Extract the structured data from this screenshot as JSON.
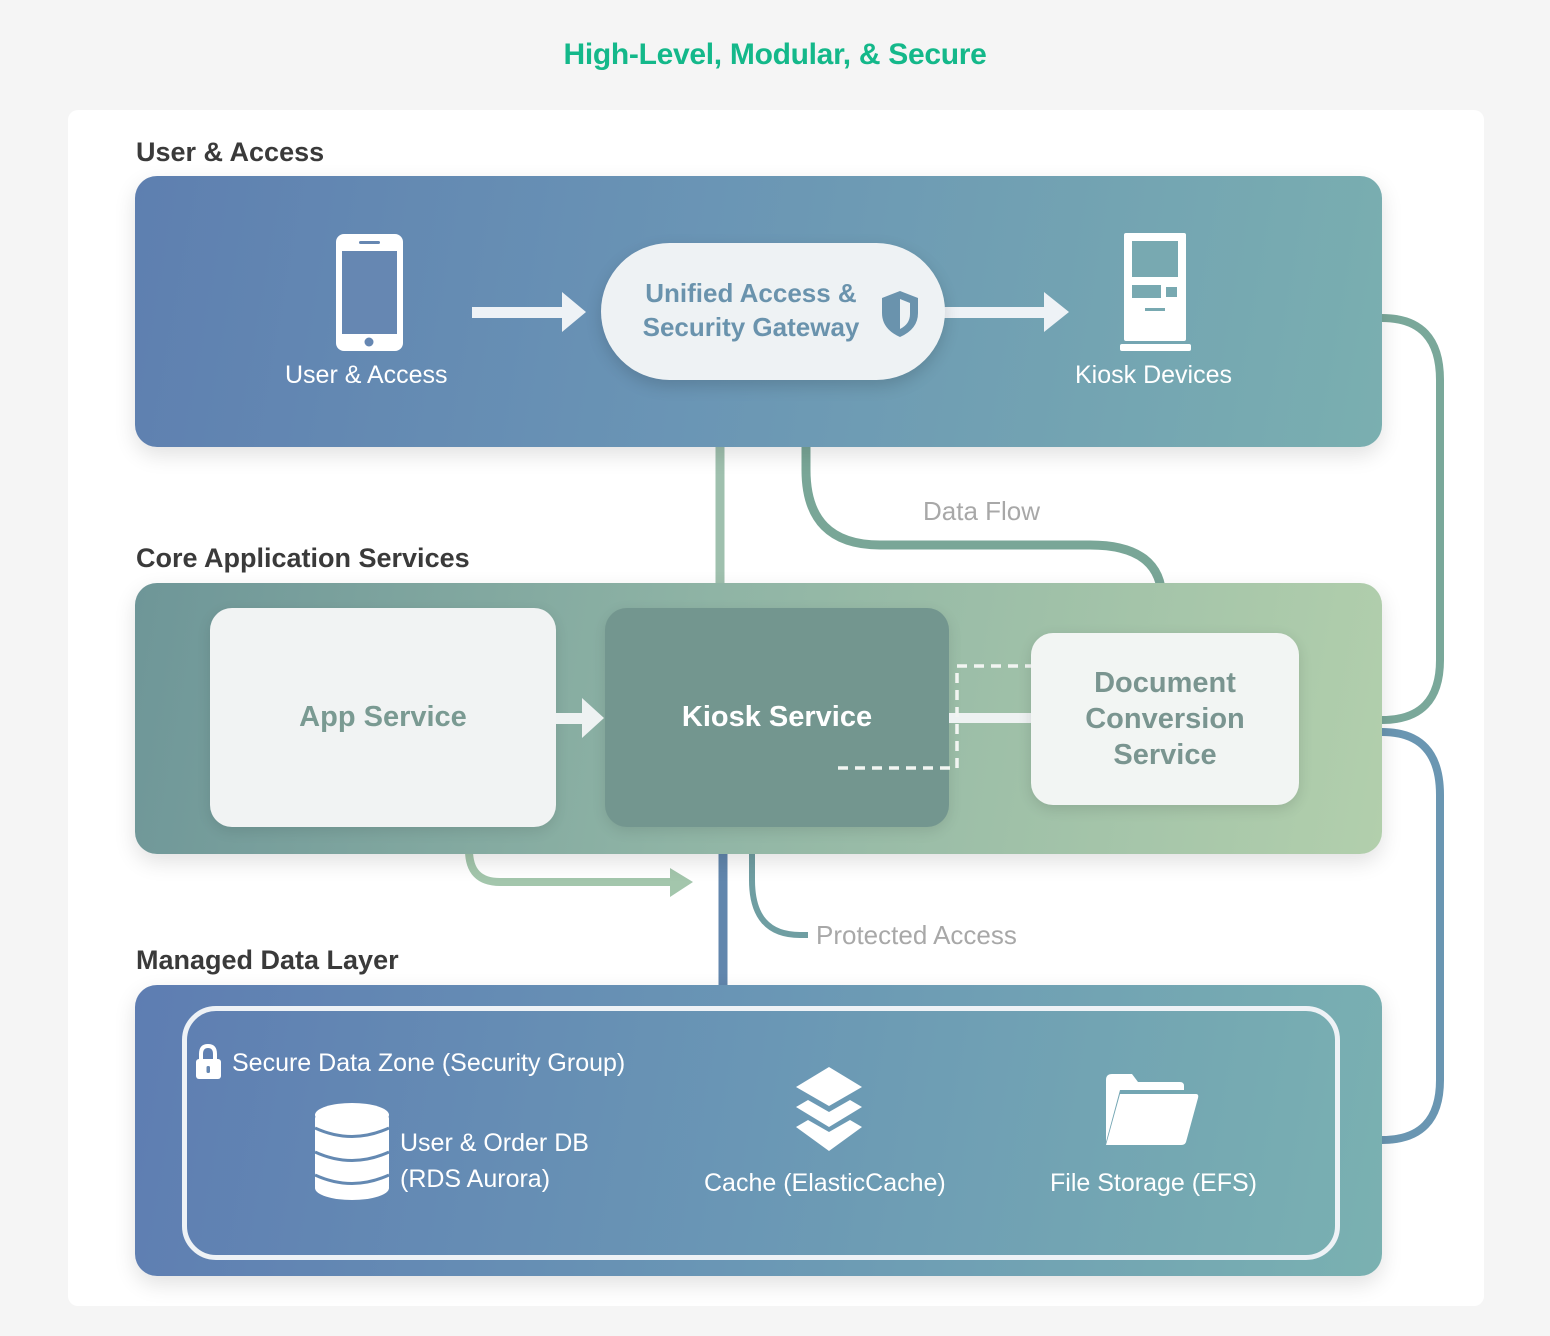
{
  "title": "High-Level, Modular, & Secure",
  "sections": {
    "user_access": {
      "label": "User & Access",
      "nodes": {
        "user": {
          "label": "User & Access",
          "icon": "smartphone-icon"
        },
        "gateway": {
          "label_line1": "Unified Access &",
          "label_line2": "Security Gateway",
          "icon": "shield-icon"
        },
        "kiosk_devices": {
          "label": "Kiosk Devices",
          "icon": "kiosk-icon"
        }
      }
    },
    "core": {
      "label": "Core Application Services",
      "nodes": {
        "app_service": {
          "label": "App Service"
        },
        "kiosk_service": {
          "label": "Kiosk Service"
        },
        "doc_service": {
          "label_line1": "Document",
          "label_line2": "Conversion",
          "label_line3": "Service"
        }
      }
    },
    "data": {
      "label": "Managed Data Layer",
      "zone_label": "Secure Data Zone (Security Group)",
      "zone_icon": "lock-icon",
      "nodes": {
        "db": {
          "label_line1": "User & Order DB",
          "label_line2": "(RDS Aurora)",
          "icon": "database-icon"
        },
        "cache": {
          "label": "Cache (ElasticCache)",
          "icon": "layers-icon"
        },
        "files": {
          "label": "File Storage (EFS)",
          "icon": "folder-icon"
        }
      }
    }
  },
  "flows": {
    "data_flow": "Data Flow",
    "protected_access": "Protected Access"
  },
  "colors": {
    "title": "#14b88a",
    "user_panel": "#6a95b5",
    "core_panel": "#8fb4a5",
    "data_panel": "#6a97b5",
    "connector_green": "#7aa89a",
    "connector_blue": "#6a94b3"
  }
}
